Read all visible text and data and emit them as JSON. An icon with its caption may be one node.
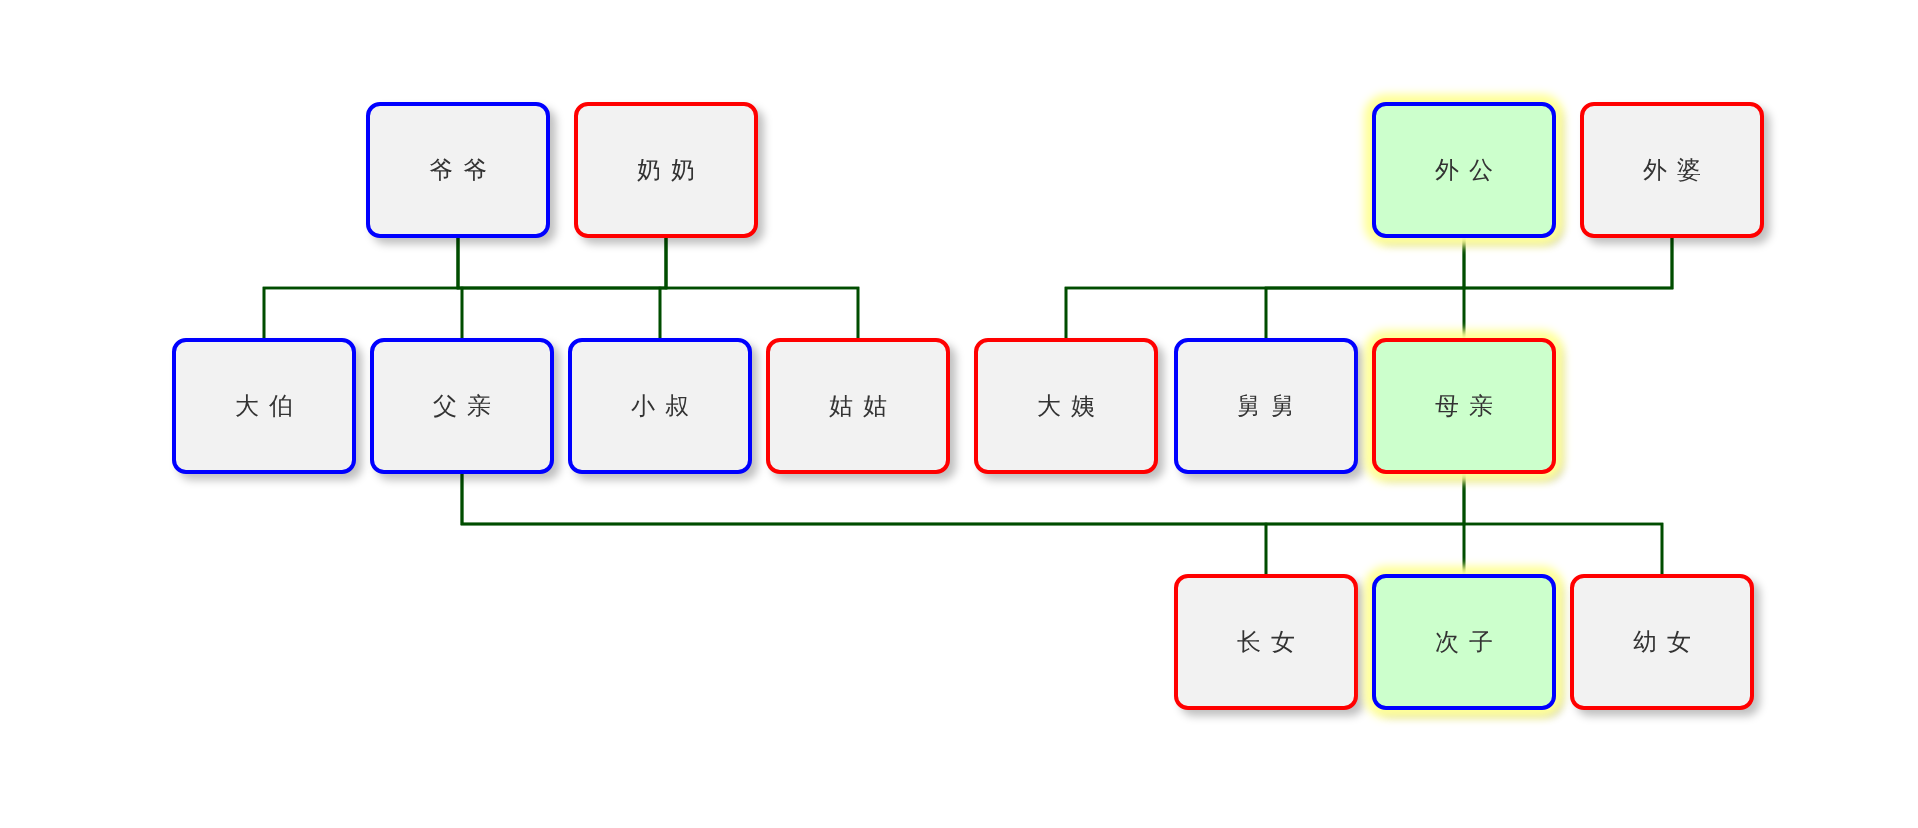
{
  "diagram": {
    "nodes": [
      {
        "text": [
          "爷爷"
        ]
      },
      {
        "text": [
          "奶奶"
        ]
      },
      {
        "text": [
          "外公"
        ]
      },
      {
        "text": [
          "外婆"
        ]
      },
      {
        "text": [
          "大伯"
        ]
      },
      {
        "text": [
          "父亲"
        ]
      },
      {
        "text": [
          "小叔"
        ]
      },
      {
        "text": [
          "姑姑"
        ]
      },
      {
        "text": [
          "大姨"
        ]
      },
      {
        "text": [
          "舅舅"
        ]
      },
      {
        "text": [
          "母亲"
        ]
      },
      {
        "text": [
          "长女"
        ]
      },
      {
        "text": [
          "次子"
        ]
      },
      {
        "text": [
          "幼女"
        ]
      }
    ],
    "edges": [
      {
        "from": 0,
        "to": 4,
        "arrow": "none"
      },
      {
        "from": 0,
        "to": 5,
        "arrow": "none"
      },
      {
        "from": 0,
        "to": 6,
        "arrow": "none"
      },
      {
        "from": 0,
        "to": 7,
        "arrow": "none"
      },
      {
        "from": 1,
        "to": 4,
        "arrow": "none"
      },
      {
        "from": 1,
        "to": 5,
        "arrow": "none"
      },
      {
        "from": 1,
        "to": 6,
        "arrow": "none"
      },
      {
        "from": 1,
        "to": 7,
        "arrow": "none"
      },
      {
        "from": 2,
        "to": 8,
        "arrow": "none"
      },
      {
        "from": 2,
        "to": 9,
        "arrow": "none"
      },
      {
        "from": 2,
        "to": 10,
        "arrow": "none"
      },
      {
        "from": 3,
        "to": 8,
        "arrow": "none"
      },
      {
        "from": 3,
        "to": 9,
        "arrow": "none"
      },
      {
        "from": 3,
        "to": 10,
        "arrow": "none"
      },
      {
        "from": 5,
        "to": 11,
        "arrow": "none"
      },
      {
        "from": 5,
        "to": 12,
        "arrow": "none"
      },
      {
        "from": 5,
        "to": 13,
        "arrow": "none"
      },
      {
        "from": 10,
        "to": 11,
        "arrow": "none"
      },
      {
        "from": 10,
        "to": 12,
        "arrow": "none"
      },
      {
        "from": 10,
        "to": 13,
        "arrow": "none"
      }
    ]
  }
}
